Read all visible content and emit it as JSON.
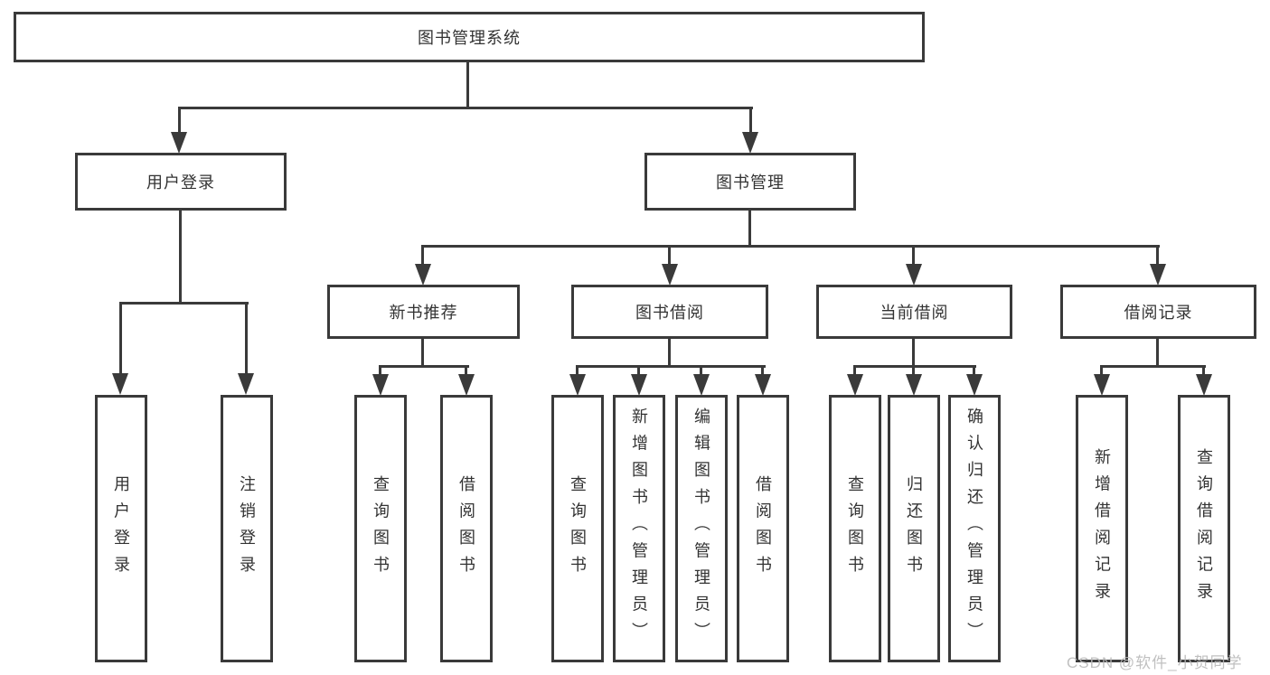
{
  "tree": {
    "root": {
      "label": "图书管理系统"
    },
    "branches": [
      {
        "label": "用户登录",
        "children": [
          {
            "label": "用户登录"
          },
          {
            "label": "注销登录"
          }
        ]
      },
      {
        "label": "图书管理",
        "groups": [
          {
            "label": "新书推荐",
            "children": [
              {
                "label": "查询图书"
              },
              {
                "label": "借阅图书"
              }
            ]
          },
          {
            "label": "图书借阅",
            "children": [
              {
                "label": "查询图书"
              },
              {
                "label": "新增图书（管理员）"
              },
              {
                "label": "编辑图书（管理员）"
              },
              {
                "label": "借阅图书"
              }
            ]
          },
          {
            "label": "当前借阅",
            "children": [
              {
                "label": "查询图书"
              },
              {
                "label": "归还图书"
              },
              {
                "label": "确认归还（管理员）"
              }
            ]
          },
          {
            "label": "借阅记录",
            "children": [
              {
                "label": "新增借阅记录"
              },
              {
                "label": "查询借阅记录"
              }
            ]
          }
        ]
      }
    ]
  },
  "watermark": {
    "text": "CSDN @软件_小贺同学"
  },
  "colors": {
    "line": "#3a3a3a",
    "box_border": "#3a3a3a",
    "box_fill": "#ffffff",
    "text": "#333333",
    "watermark": "#b9b9b9",
    "background": "#ffffff"
  }
}
